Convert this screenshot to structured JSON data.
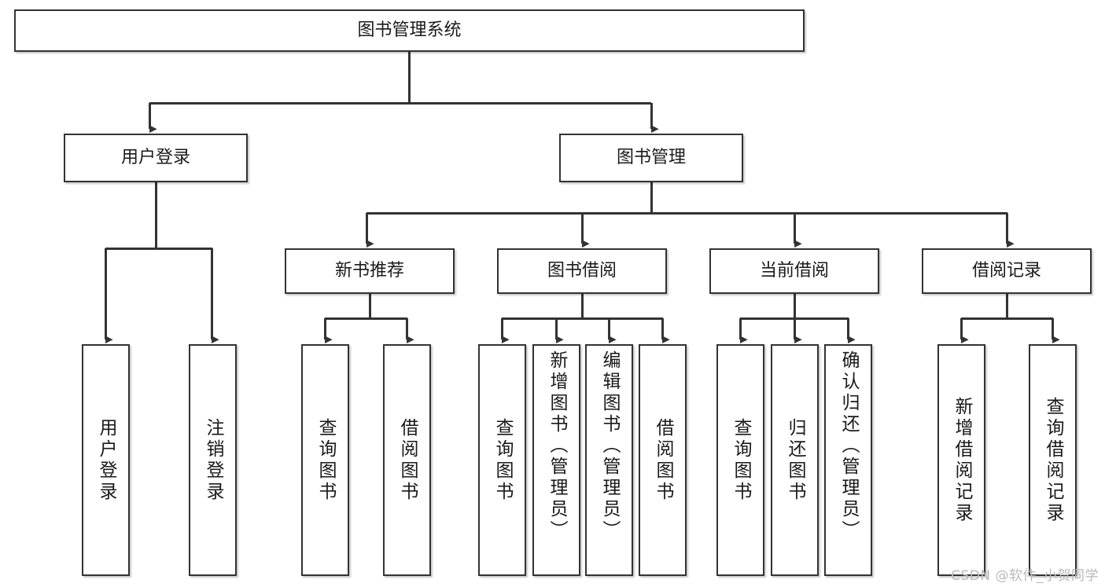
{
  "diagram": {
    "type": "tree-hierarchy",
    "title": "图书管理系统",
    "watermark": "CSDN @软件_小贺同学",
    "colors": {
      "box_border": "#333333",
      "box_fill": "#ffffff",
      "connector": "#333333",
      "watermark": "#b9b9b9",
      "background": "#ffffff"
    },
    "nodes": {
      "root": {
        "label": "图书管理系统",
        "orientation": "horizontal",
        "level": 0
      },
      "level1": [
        {
          "id": "user-login",
          "label": "用户登录",
          "orientation": "horizontal"
        },
        {
          "id": "book-management",
          "label": "图书管理",
          "orientation": "horizontal"
        }
      ],
      "level2": [
        {
          "id": "new-book-recommend",
          "label": "新书推荐",
          "orientation": "horizontal",
          "parent": "book-management"
        },
        {
          "id": "book-borrow",
          "label": "图书借阅",
          "orientation": "horizontal",
          "parent": "book-management"
        },
        {
          "id": "current-borrow",
          "label": "当前借阅",
          "orientation": "horizontal",
          "parent": "book-management"
        },
        {
          "id": "borrow-record",
          "label": "借阅记录",
          "orientation": "horizontal",
          "parent": "book-management"
        }
      ],
      "leaves": [
        {
          "id": "leaf-user-login",
          "label": "用户登录",
          "orientation": "vertical",
          "parent": "user-login"
        },
        {
          "id": "leaf-user-logout",
          "label": "注销登录",
          "orientation": "vertical",
          "parent": "user-login"
        },
        {
          "id": "leaf-query-books-1",
          "label": "查询图书",
          "orientation": "vertical",
          "parent": "new-book-recommend"
        },
        {
          "id": "leaf-borrow-books-1",
          "label": "借阅图书",
          "orientation": "vertical",
          "parent": "new-book-recommend"
        },
        {
          "id": "leaf-query-books-2",
          "label": "查询图书",
          "orientation": "vertical",
          "parent": "book-borrow"
        },
        {
          "id": "leaf-add-book",
          "label": "新增图书（管理员）",
          "orientation": "vertical",
          "parent": "book-borrow"
        },
        {
          "id": "leaf-edit-book",
          "label": "编辑图书（管理员）",
          "orientation": "vertical",
          "parent": "book-borrow"
        },
        {
          "id": "leaf-borrow-books-2",
          "label": "借阅图书",
          "orientation": "vertical",
          "parent": "book-borrow"
        },
        {
          "id": "leaf-query-books-3",
          "label": "查询图书",
          "orientation": "vertical",
          "parent": "current-borrow"
        },
        {
          "id": "leaf-return-book",
          "label": "归还图书",
          "orientation": "vertical",
          "parent": "current-borrow"
        },
        {
          "id": "leaf-confirm-return",
          "label": "确认归还（管理员）",
          "orientation": "vertical",
          "parent": "current-borrow"
        },
        {
          "id": "leaf-add-record",
          "label": "新增借阅记录",
          "orientation": "vertical",
          "parent": "borrow-record"
        },
        {
          "id": "leaf-query-record",
          "label": "查询借阅记录",
          "orientation": "vertical",
          "parent": "borrow-record"
        }
      ]
    }
  }
}
